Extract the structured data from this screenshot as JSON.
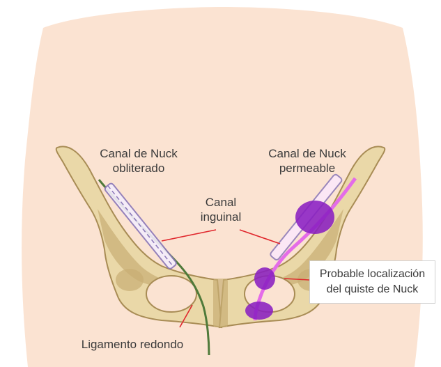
{
  "colors": {
    "skin": "#fbe3d2",
    "bone": "#ead8a8",
    "bone_shadow": "#c7ae73",
    "bone_edge": "#a88c55",
    "ligament": "#4f7a3a",
    "canal_obliterated": "#8a77b8",
    "canal_permeable": "#e46ce8",
    "cyst": "#8a1fc0",
    "arrow": "#e0262c",
    "text": "#3a3a3a"
  },
  "labels": {
    "canal_nuck_obliterado": [
      "Canal de Nuck",
      "obliterado"
    ],
    "canal_nuck_permeable": [
      "Canal de Nuck",
      "permeable"
    ],
    "canal_inguinal": [
      "Canal",
      "inguinal"
    ],
    "probable_localizacion": [
      "Probable localización",
      "del quiste de Nuck"
    ],
    "ligamento_redondo": "Ligamento redondo"
  }
}
